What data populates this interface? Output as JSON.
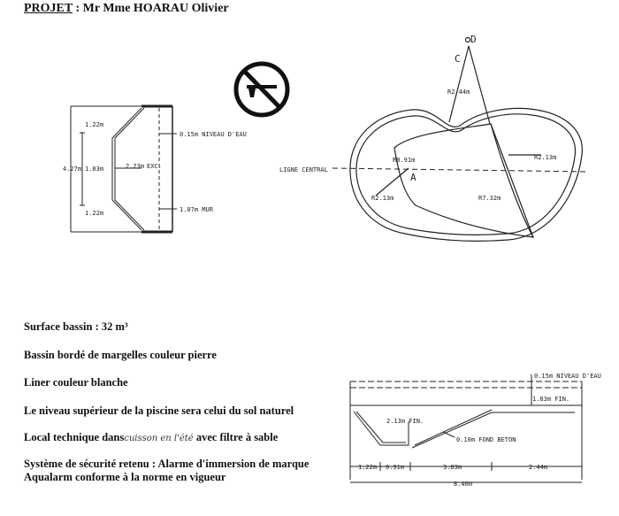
{
  "header": {
    "label": "PROJET",
    "sep": " : ",
    "client": "Mr Mme HOARAU Olivier"
  },
  "section": {
    "h_top": "1.22m",
    "h_total": "4.27m",
    "h_mid": "1.83m",
    "h_bottom": "1.22m",
    "width": "2.23m",
    "exc": "EXC.",
    "water_level": "0.15m NIVEAU D'EAU",
    "wall": "1.07m MUR"
  },
  "plan": {
    "point_d": "D",
    "point_c": "C",
    "point_a": "A",
    "r_top": "R2.44m",
    "r_small": "R0.91m",
    "r_right": "R2.13m",
    "r_left": "R2.13m",
    "r_main": "R7.32m",
    "center_line": "LIGNE CENTRAL"
  },
  "profile": {
    "water_level": "0.15m NIVEAU D'EAU",
    "deep_end": "1.83m FIN.",
    "shallow_end": "2.13m FIN.",
    "slope": "0.10m FOND BETON",
    "dim1": "1.22m",
    "dim2": "0.91m",
    "dim3": "3.83m",
    "dim4": "2.44m",
    "total": "8.40m"
  },
  "specs": {
    "surface": "Surface bassin : 32 m³",
    "edging": "Bassin bordé de margelles couleur pierre",
    "liner": "Liner couleur blanche",
    "level": "Le niveau supérieur de la piscine sera celui du sol naturel",
    "local_prefix": "Local technique dans",
    "local_handwritten": "cuisson en l'été",
    "local_suffix": "avec filtre à sable",
    "security_line1": "Système de sécurité retenu : Alarme d'immersion de marque",
    "security_line2": "Aqualarm conforme à la norme en vigueur"
  }
}
